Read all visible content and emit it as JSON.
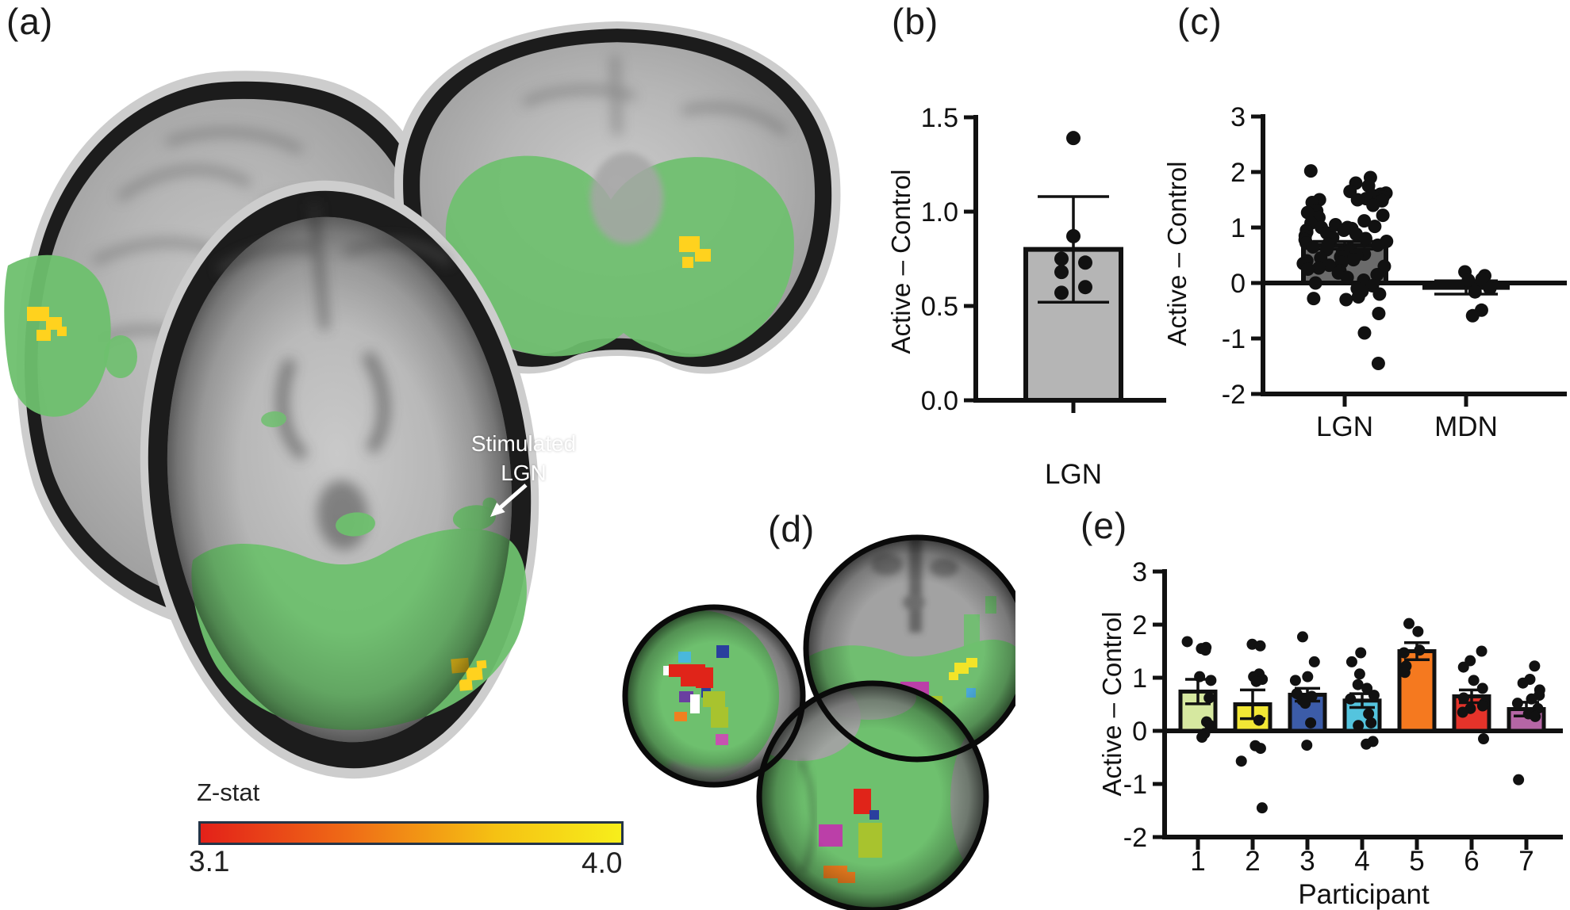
{
  "panel_labels": {
    "a": "(a)",
    "b": "(b)",
    "c": "(c)",
    "d": "(d)",
    "e": "(e)"
  },
  "brain_annotation": {
    "line1": "Stimulated",
    "line2": "LGN"
  },
  "colorbar": {
    "title": "Z-stat",
    "min": "3.1",
    "max": "4.0",
    "start_color": "#e32119",
    "end_color": "#f7ee1b"
  },
  "overlay_colors": {
    "mask_green": "#6ec06e",
    "activation_yellow": "#ffd21e"
  },
  "chart_data": [
    {
      "id": "b",
      "type": "bar",
      "ylabel": "Active – Control",
      "xlabel": "",
      "ylim": [
        0,
        1.5
      ],
      "yticks": [
        0,
        0.5,
        1.0,
        1.5
      ],
      "ytick_labels": [
        "0.0",
        "0.5",
        "1.0",
        "1.5"
      ],
      "categories": [
        "LGN"
      ],
      "values": [
        0.8
      ],
      "errors": [
        0.28
      ],
      "bar_colors": [
        "#b5b5b5"
      ],
      "zero_line": false,
      "points": [
        [
          1.39,
          0.87,
          0.75,
          0.73,
          0.68,
          0.6,
          0.57
        ]
      ]
    },
    {
      "id": "c",
      "type": "bar",
      "ylabel": "Active – Control",
      "xlabel": "",
      "ylim": [
        -2,
        3
      ],
      "yticks": [
        -2,
        -1,
        0,
        1,
        2,
        3
      ],
      "ytick_labels": [
        "-2",
        "-1",
        "0",
        "1",
        "2",
        "3"
      ],
      "categories": [
        "LGN",
        "MDN"
      ],
      "values": [
        0.68,
        -0.08
      ],
      "errors": [
        0.07,
        0.12
      ],
      "bar_colors": [
        "#6b6b6b",
        "#151515"
      ],
      "zero_line": true,
      "points": [
        [
          2.02,
          1.9,
          1.8,
          1.75,
          1.65,
          1.62,
          1.6,
          1.58,
          1.55,
          1.52,
          1.5,
          1.5,
          1.48,
          1.45,
          1.4,
          1.3,
          1.27,
          1.22,
          1.18,
          1.12,
          1.08,
          1.05,
          1.02,
          1.0,
          1.0,
          0.98,
          0.95,
          0.95,
          0.92,
          0.9,
          0.88,
          0.85,
          0.82,
          0.8,
          0.78,
          0.75,
          0.72,
          0.7,
          0.68,
          0.65,
          0.62,
          0.6,
          0.57,
          0.55,
          0.52,
          0.5,
          0.47,
          0.45,
          0.42,
          0.4,
          0.37,
          0.35,
          0.32,
          0.3,
          0.27,
          0.25,
          0.22,
          0.18,
          0.15,
          0.1,
          0.05,
          0.0,
          -0.05,
          -0.1,
          -0.15,
          -0.2,
          -0.25,
          -0.28,
          -0.3,
          -0.55,
          -0.9,
          -1.45
        ],
        [
          0.2,
          0.13,
          0.07,
          0.05,
          -0.1,
          -0.16,
          -0.49,
          -0.59
        ]
      ]
    },
    {
      "id": "e",
      "type": "bar",
      "ylabel": "Active – Control",
      "xlabel": "Participant",
      "ylim": [
        -2,
        3
      ],
      "yticks": [
        -2,
        -1,
        0,
        1,
        2,
        3
      ],
      "ytick_labels": [
        "-2",
        "-1",
        "0",
        "1",
        "2",
        "3"
      ],
      "categories": [
        "1",
        "2",
        "3",
        "4",
        "5",
        "6",
        "7"
      ],
      "values": [
        0.74,
        0.5,
        0.68,
        0.57,
        1.5,
        0.65,
        0.41
      ],
      "errors": [
        0.23,
        0.27,
        0.12,
        0.13,
        0.16,
        0.12,
        0.13
      ],
      "bar_colors": [
        "#d6e8a0",
        "#f2e735",
        "#3c5ca8",
        "#54c4de",
        "#f5791f",
        "#e5332a",
        "#b566a5"
      ],
      "zero_line": true,
      "points": [
        [
          1.68,
          1.57,
          1.55,
          1.52,
          1.02,
          0.95,
          0.62,
          0.17,
          0.1,
          -0.05,
          -0.12
        ],
        [
          1.63,
          1.6,
          1.07,
          1.02,
          0.97,
          0.93,
          0.2,
          -0.28,
          -0.33,
          -0.57,
          -1.45
        ],
        [
          1.77,
          1.3,
          1.02,
          0.95,
          0.7,
          0.65,
          0.58,
          0.52,
          0.15,
          -0.27
        ],
        [
          1.47,
          1.3,
          1.07,
          0.87,
          0.8,
          0.67,
          0.6,
          0.32,
          0.15,
          0.1,
          -0.2,
          -0.25
        ],
        [
          2.02,
          1.87,
          1.52,
          1.47,
          1.22,
          1.1
        ],
        [
          1.5,
          1.32,
          1.2,
          0.95,
          0.8,
          0.62,
          0.52,
          0.47,
          0.42,
          0.35,
          -0.15
        ],
        [
          1.22,
          0.97,
          0.9,
          0.77,
          0.67,
          0.6,
          0.52,
          0.42,
          0.32,
          0.27,
          -0.92
        ]
      ]
    }
  ]
}
